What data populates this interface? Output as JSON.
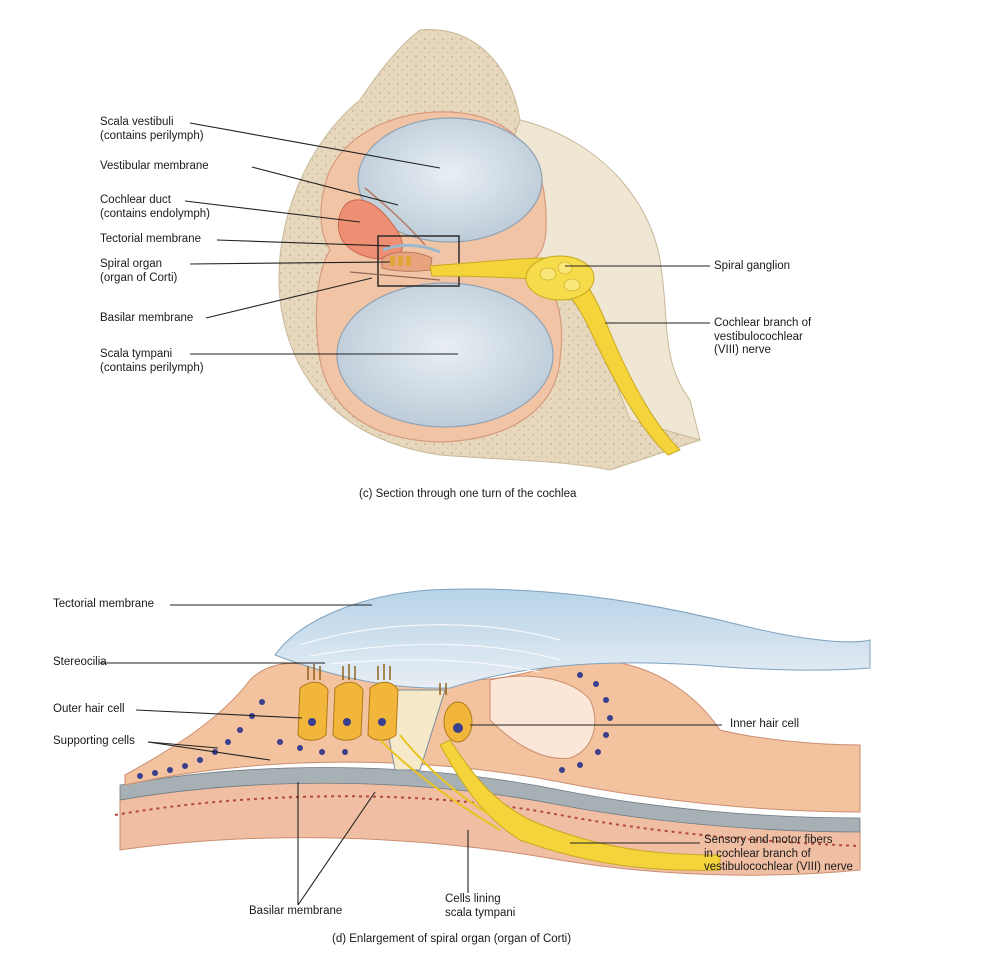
{
  "panel_c": {
    "caption": "(c) Section through one turn of the cochlea",
    "labels": {
      "scala_vestibuli_1": "Scala vestibuli",
      "scala_vestibuli_2": "(contains perilymph)",
      "vestibular_membrane": "Vestibular membrane",
      "cochlear_duct_1": "Cochlear duct",
      "cochlear_duct_2": "(contains endolymph)",
      "tectorial_membrane": "Tectorial membrane",
      "spiral_organ_1": "Spiral organ",
      "spiral_organ_2": "(organ of Corti)",
      "basilar_membrane": "Basilar membrane",
      "scala_tympani_1": "Scala tympani",
      "scala_tympani_2": "(contains perilymph)",
      "spiral_ganglion": "Spiral ganglion",
      "cochlear_branch_1": "Cochlear branch of",
      "cochlear_branch_2": "vestibulocochlear",
      "cochlear_branch_3": "(VIII) nerve"
    }
  },
  "panel_d": {
    "caption": "(d) Enlargement of spiral organ (organ of Corti)",
    "labels": {
      "tectorial_membrane": "Tectorial membrane",
      "stereocilia": "Stereocilia",
      "outer_hair_cell": "Outer hair cell",
      "supporting_cells": "Supporting cells",
      "inner_hair_cell": "Inner hair cell",
      "sensory_fibers_1": "Sensory and motor fibers",
      "sensory_fibers_2": "in cochlear branch of",
      "sensory_fibers_3": "vestibulocochlear (VIII) nerve",
      "basilar_membrane": "Basilar membrane",
      "cells_lining_1": "Cells lining",
      "cells_lining_2": "scala tympani"
    }
  },
  "colors": {
    "bone": "#e9dcc4",
    "chamber": "#d5e1ea",
    "duct": "#f0b59a",
    "tissue": "#f3c3a3",
    "nerve": "#f4d43a",
    "nucleus": "#3a3f8e",
    "tectorial": "#c7dceb"
  }
}
